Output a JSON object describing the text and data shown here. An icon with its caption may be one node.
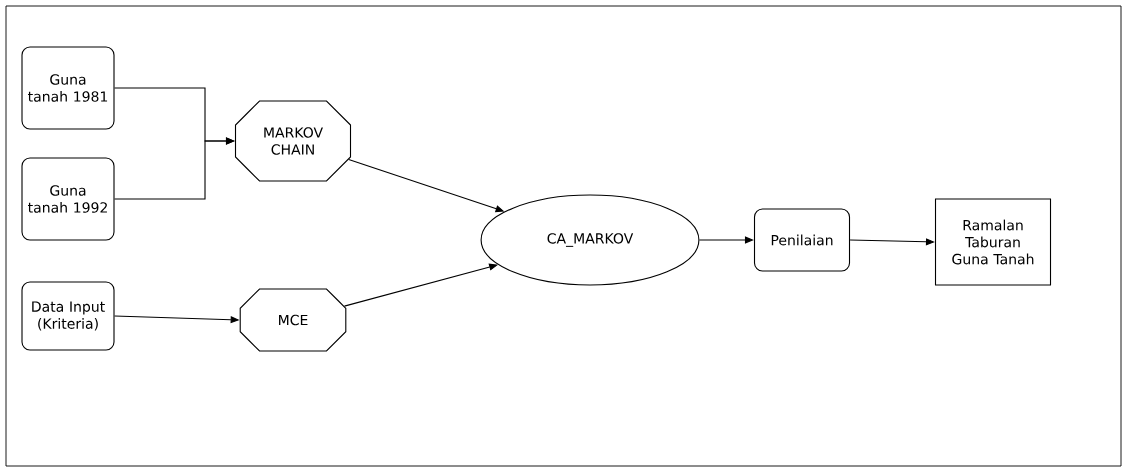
{
  "diagram": {
    "nodes": [
      {
        "text": [
          "Guna tanah 1981"
        ]
      },
      {
        "text": [
          "Guna tanah 1992"
        ]
      },
      {
        "text": [
          "Data Input (Kriteria)"
        ]
      },
      {
        "text": [
          "MARKOV CHAIN"
        ]
      },
      {
        "text": [
          "MCE"
        ]
      },
      {
        "text": [
          "CA_MARKOV"
        ]
      },
      {
        "text": [
          "Penilaian"
        ]
      },
      {
        "text": [
          "Ramalan Taburan Guna Tanah"
        ]
      }
    ],
    "edges": [
      {
        "from": 0,
        "to": 3,
        "arrow": "to"
      },
      {
        "from": 1,
        "to": 3,
        "arrow": "to"
      },
      {
        "from": 2,
        "to": 4,
        "arrow": "to"
      },
      {
        "from": 3,
        "to": 5,
        "arrow": "to"
      },
      {
        "from": 4,
        "to": 5,
        "arrow": "to"
      },
      {
        "from": 5,
        "to": 6,
        "arrow": "to"
      },
      {
        "from": 6,
        "to": 7,
        "arrow": "to"
      }
    ]
  }
}
